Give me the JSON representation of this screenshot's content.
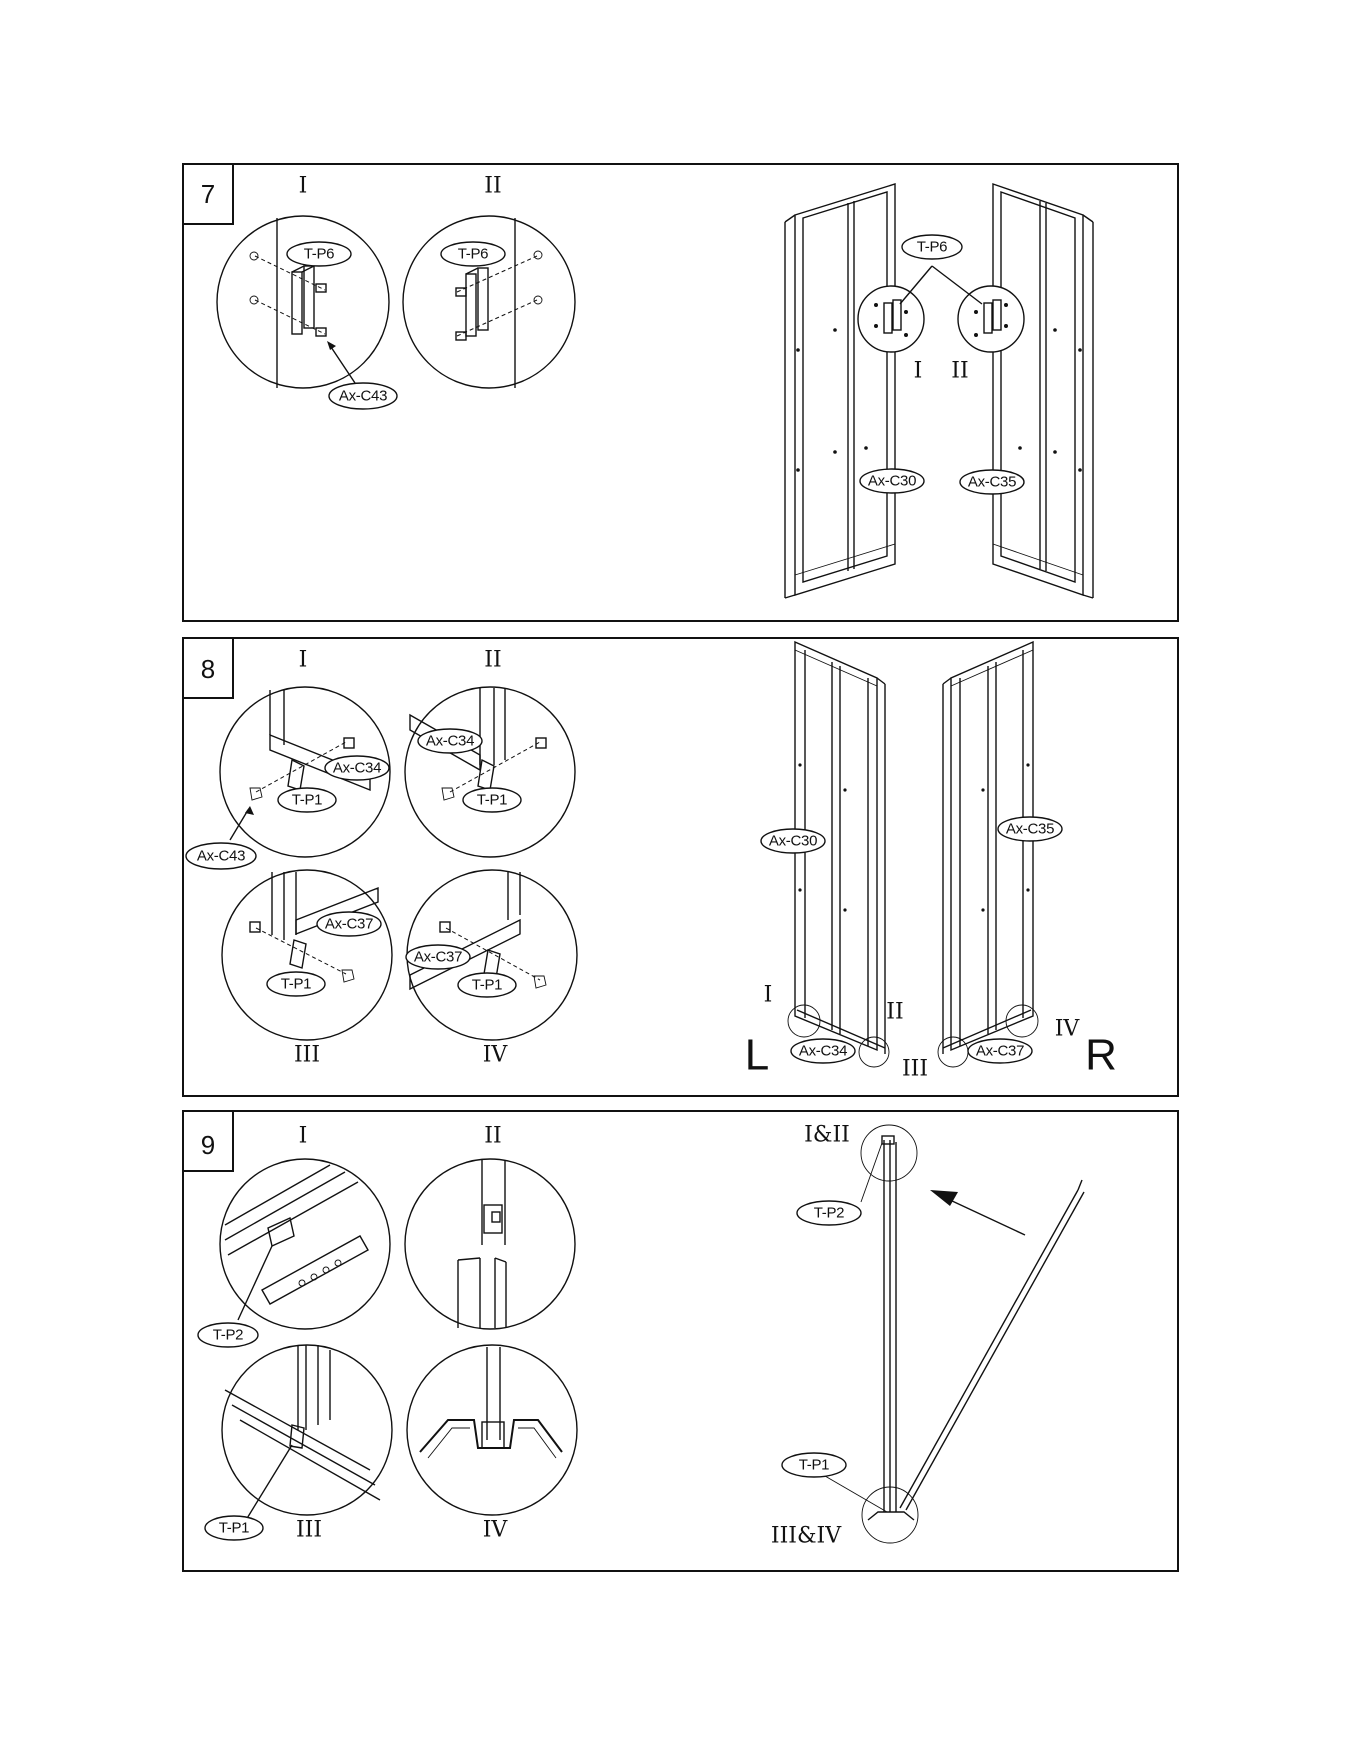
{
  "steps": [
    {
      "number": "7",
      "details": [
        "I",
        "II"
      ],
      "labels": {
        "bracket_a": "T-P6",
        "bracket_b": "T-P6",
        "bolt": "Ax-C43",
        "overview_bracket": "T-P6",
        "left_panel": "Ax-C30",
        "right_panel": "Ax-C35",
        "overview_left": "I",
        "overview_right": "II"
      }
    },
    {
      "number": "8",
      "details": [
        "I",
        "II",
        "III",
        "IV"
      ],
      "labels": {
        "d1_screw": "Ax-C34",
        "d1_foot": "T-P1",
        "nut": "Ax-C43",
        "d2_screw": "Ax-C34",
        "d2_foot": "T-P1",
        "d3_screw": "Ax-C37",
        "d3_foot": "T-P1",
        "d4_screw": "Ax-C37",
        "d4_foot": "T-P1",
        "left_panel": "Ax-C30",
        "right_panel": "Ax-C35",
        "left_bottom": "Ax-C34",
        "right_bottom": "Ax-C37",
        "ov_i": "I",
        "ov_ii": "II",
        "ov_iii": "III",
        "ov_iv": "IV",
        "left_side": "L",
        "right_side": "R"
      }
    },
    {
      "number": "9",
      "details": [
        "I",
        "II",
        "III",
        "IV"
      ],
      "labels": {
        "d1_clip": "T-P2",
        "d3_foot": "T-P1",
        "top_clip": "T-P2",
        "bottom_foot": "T-P1",
        "top_ref": "I&II",
        "bottom_ref": "III&IV"
      }
    }
  ]
}
